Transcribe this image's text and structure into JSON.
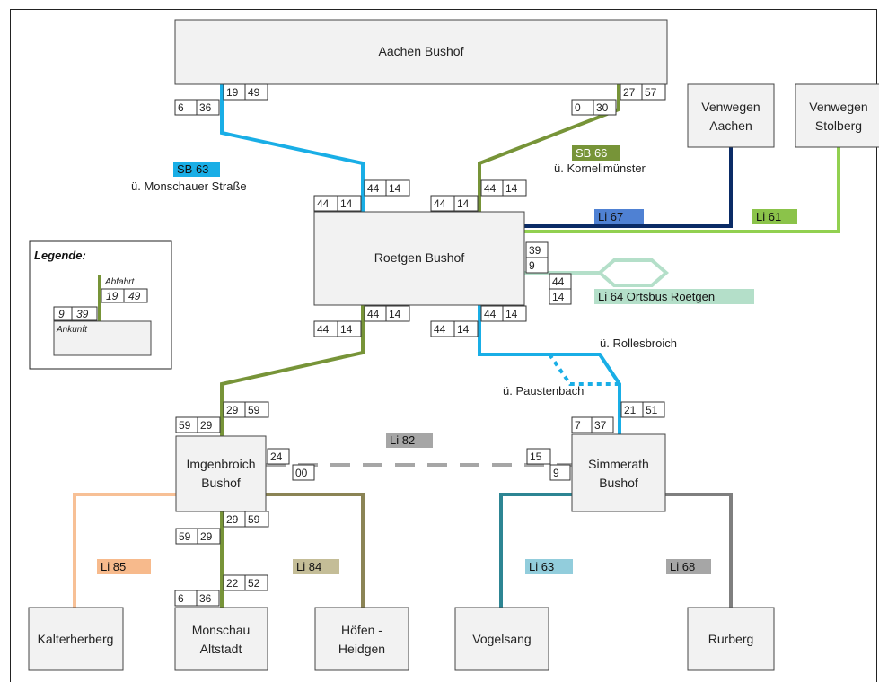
{
  "colors": {
    "sb63": "#19aee6",
    "sb66": "#779438",
    "li67": "#0a2b66",
    "li61": "#92d050",
    "li64": "#b4dfc9",
    "li82": "#a6a6a6",
    "li85": "#f7c096",
    "li84": "#8b8455",
    "li63": "#2d8593",
    "li68": "#7f7f7f",
    "li67_label_bg": "#4f81d3",
    "li61_label_bg": "#8bc34a",
    "li64_label_bg": "#b4dfc9",
    "li85_label_bg": "#f7ba8c",
    "li84_label_bg": "#c4bd97",
    "li63_label_bg": "#92cddc",
    "li68_label_bg": "#a6a6a6",
    "li82_label_bg": "#a6a6a6",
    "sb63_label_bg": "#19aee6",
    "sb66_label_bg": "#779438"
  },
  "stops": {
    "aachen": "Aachen Bushof",
    "roetgen": "Roetgen Bushof",
    "venwegen_aachen": [
      "Venwegen",
      "Aachen"
    ],
    "venwegen_stolberg": [
      "Venwegen",
      "Stolberg"
    ],
    "imgenbroich": [
      "Imgenbroich",
      "Bushof"
    ],
    "simmerath": [
      "Simmerath",
      "Bushof"
    ],
    "kalterherberg": "Kalterherberg",
    "monschau": [
      "Monschau",
      "Altstadt"
    ],
    "hoefen": [
      "Höfen -",
      "Heidgen"
    ],
    "vogelsang": "Vogelsang",
    "rurberg": "Rurberg"
  },
  "lines": {
    "sb63": "SB 63",
    "sb63_via": "ü. Monschauer Straße",
    "sb66": "SB 66",
    "sb66_via": "ü. Kornelimünster",
    "li67": "Li 67",
    "li61": "Li 61",
    "li64": "Li 64 Ortsbus Roetgen",
    "li82": "Li 82",
    "li85": "Li 85",
    "li84": "Li 84",
    "li63": "Li 63",
    "li68": "Li 68",
    "via_rollesbroich": "ü. Rollesbroich",
    "via_paustenbach": "ü. Paustenbach"
  },
  "times": {
    "aachen_sb63_dep": [
      "19",
      "49"
    ],
    "aachen_sb63_arr": [
      "6",
      "36"
    ],
    "aachen_sb66_dep": [
      "27",
      "57"
    ],
    "aachen_sb66_arr": [
      "0",
      "30"
    ],
    "roetgen_sb63_top_arr": [
      "44",
      "14"
    ],
    "roetgen_sb63_top_dep": [
      "44",
      "14"
    ],
    "roetgen_sb66_top_arr": [
      "44",
      "14"
    ],
    "roetgen_sb66_top_dep": [
      "44",
      "14"
    ],
    "roetgen_li64_dep": [
      "39",
      "9"
    ],
    "roetgen_li64_arr": [
      "44",
      "14"
    ],
    "roetgen_sb66_bot_arr": [
      "44",
      "14"
    ],
    "roetgen_sb66_bot_dep": [
      "44",
      "14"
    ],
    "roetgen_sb63_bot_arr": [
      "44",
      "14"
    ],
    "roetgen_sb63_bot_dep": [
      "44",
      "14"
    ],
    "imgen_top_arr": [
      "59",
      "29"
    ],
    "imgen_top_dep": [
      "29",
      "59"
    ],
    "imgen_li82_dep": "24",
    "imgen_li82_arr": "00",
    "imgen_bot_arr": [
      "59",
      "29"
    ],
    "imgen_bot_dep": [
      "29",
      "59"
    ],
    "simm_top_arr": [
      "7",
      "37"
    ],
    "simm_top_dep": [
      "21",
      "51"
    ],
    "simm_li82_dep": "15",
    "simm_li82_arr": "9",
    "monschau_arr": [
      "6",
      "36"
    ],
    "monschau_dep": [
      "22",
      "52"
    ]
  },
  "legend": {
    "title": "Legende:",
    "abfahrt": "Abfahrt",
    "ankunft": "Ankunft",
    "dep": [
      "19",
      "49"
    ],
    "arr": [
      "9",
      "39"
    ]
  }
}
